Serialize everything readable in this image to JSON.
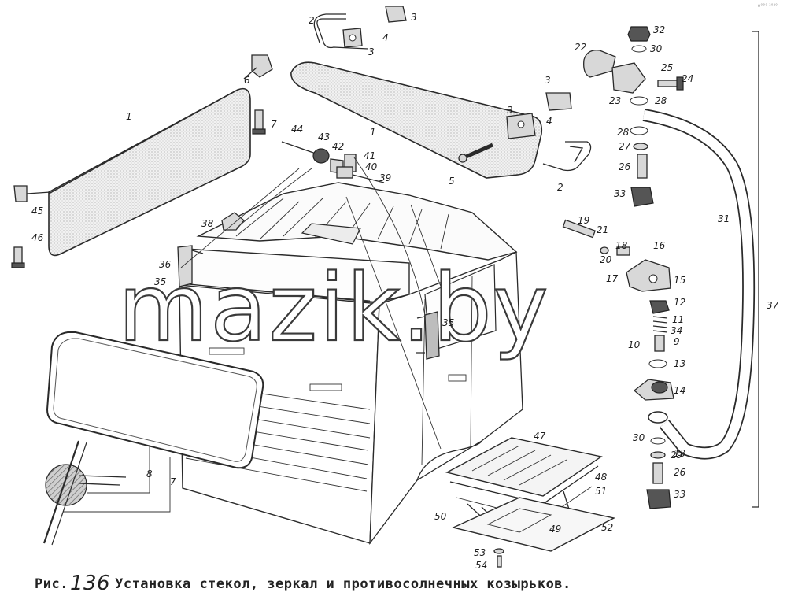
{
  "caption": {
    "prefix": "Рис.",
    "number": "136",
    "title": "Установка стекол, зеркал и противосолнечных козырьков."
  },
  "watermark": "mazik.by",
  "corner_mark": "е°°° ³°³°",
  "callouts": {
    "n1a": "1",
    "n1b": "1",
    "n2a": "2",
    "n2b": "2",
    "n3a": "3",
    "n3b": "3",
    "n3c": "3",
    "n3d": "3",
    "n4a": "4",
    "n4b": "4",
    "n5": "5",
    "n6": "6",
    "n7a": "7",
    "n7b": "7",
    "n8": "8",
    "n9": "9",
    "n10": "10",
    "n11": "11",
    "n12": "12",
    "n13a": "13",
    "n13b": "13",
    "n14": "14",
    "n15": "15",
    "n16": "16",
    "n17": "17",
    "n18": "18",
    "n19": "19",
    "n20": "20",
    "n21": "21",
    "n22": "22",
    "n23": "23",
    "n24": "24",
    "n25": "25",
    "n26a": "26",
    "n26b": "26",
    "n27": "27",
    "n28a": "28",
    "n28b": "28",
    "n29": "29",
    "n30a": "30",
    "n30b": "30",
    "n31": "31",
    "n32": "32",
    "n33a": "33",
    "n33b": "33",
    "n34": "34",
    "n35a": "35",
    "n35b": "35",
    "n36": "36",
    "n37": "37",
    "n38": "38",
    "n39": "39",
    "n40": "40",
    "n41": "41",
    "n42": "42",
    "n43": "43",
    "n44": "44",
    "n45": "45",
    "n46": "46",
    "n47": "47",
    "n48": "48",
    "n49": "49",
    "n50": "50",
    "n51": "51",
    "n52": "52",
    "n53": "53",
    "n54": "54"
  }
}
